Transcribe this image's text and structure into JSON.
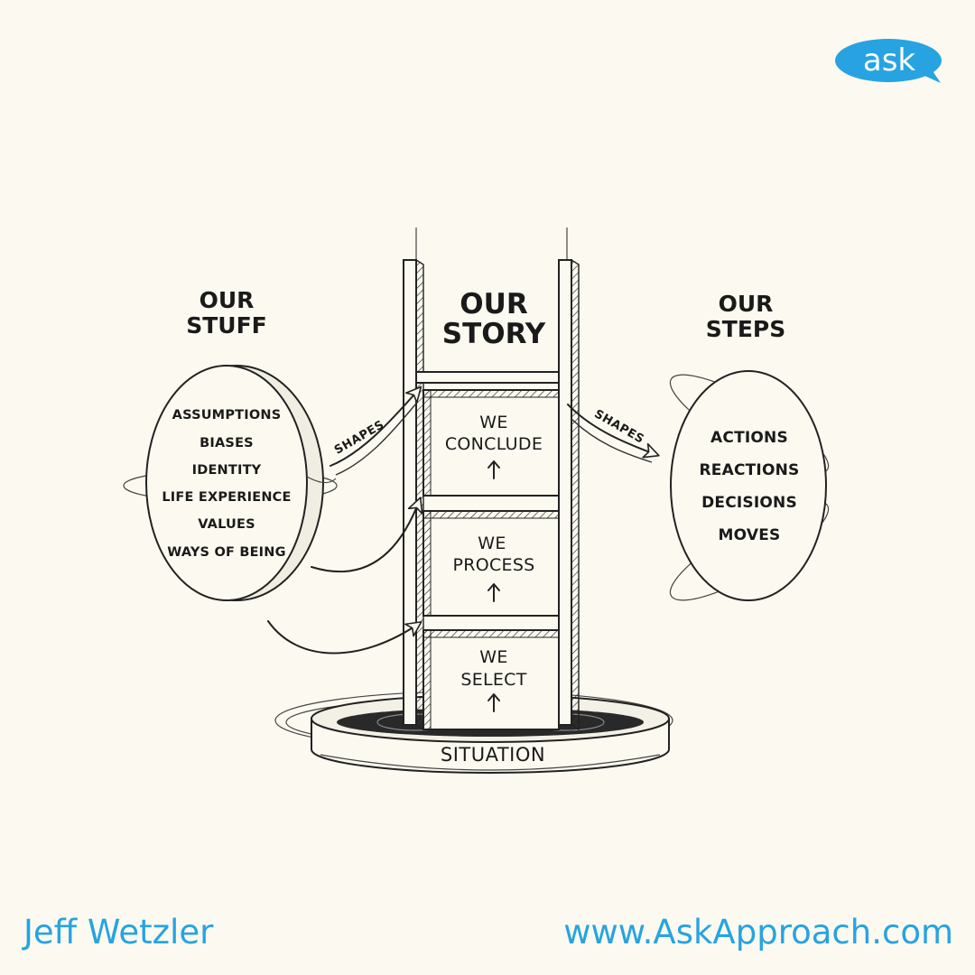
{
  "logo": {
    "text": "ask",
    "color": "#27a3e2"
  },
  "diagram": {
    "left": {
      "heading": [
        "OUR",
        "STUFF"
      ],
      "items": [
        "ASSUMPTIONS",
        "BIASES",
        "IDENTITY",
        "LIFE EXPERIENCE",
        "VALUES",
        "WAYS OF BEING"
      ]
    },
    "center": {
      "heading": [
        "OUR",
        "STORY"
      ],
      "steps": [
        [
          "WE",
          "CONCLUDE"
        ],
        [
          "WE",
          "PROCESS"
        ],
        [
          "WE",
          "SELECT"
        ]
      ],
      "base": "SITUATION"
    },
    "right": {
      "heading": [
        "OUR",
        "STEPS"
      ],
      "items": [
        "ACTIONS",
        "REACTIONS",
        "DECISIONS",
        "MOVES"
      ]
    },
    "arrow_labels": [
      "SHAPES",
      "SHAPES"
    ]
  },
  "footer": {
    "author": "Jeff Wetzler",
    "url": "www.AskApproach.com"
  },
  "colors": {
    "background": "#fcfaf0",
    "accent": "#27a3e2",
    "ink": "#1a1a1a"
  }
}
